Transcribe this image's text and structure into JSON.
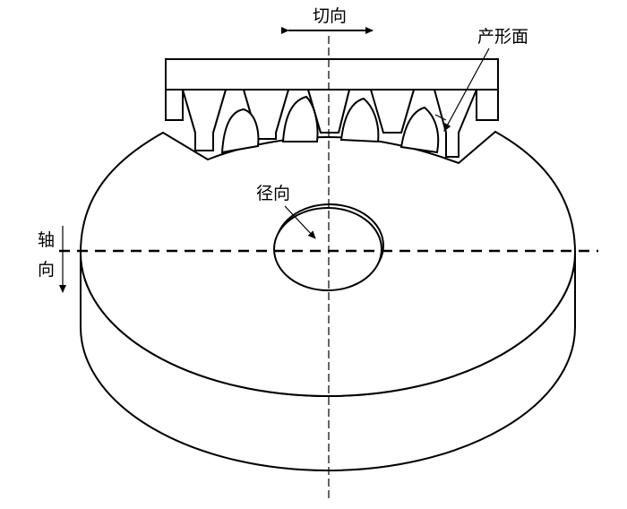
{
  "labels": {
    "tangential": "切向",
    "generating_surface": "产形面",
    "radial": "径向",
    "axial_1": "轴",
    "axial_2": "向"
  }
}
